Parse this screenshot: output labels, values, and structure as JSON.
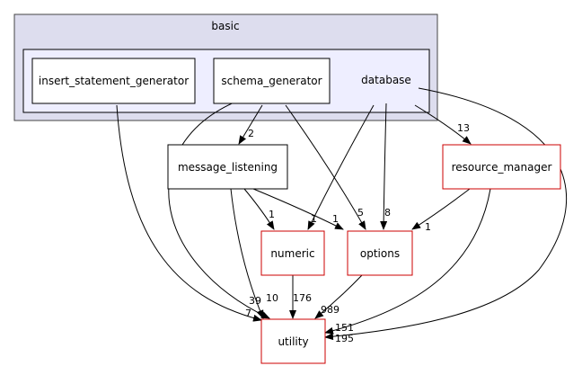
{
  "clusters": {
    "outer_label": "basic",
    "inner_label": "database"
  },
  "nodes": {
    "insert_statement_generator": "insert_statement_generator",
    "schema_generator": "schema_generator",
    "message_listening": "message_listening",
    "resource_manager": "resource_manager",
    "numeric": "numeric",
    "options": "options",
    "utility": "utility"
  },
  "edge_labels": {
    "schema_to_message": "2",
    "database_to_resource": "13",
    "message_to_numeric": "1",
    "message_to_options": "1",
    "schema_to_options": "5",
    "database_to_options": "8",
    "resource_to_options": "1",
    "database_to_numeric": "1",
    "insert_to_utility": "7",
    "schema_to_utility": "39",
    "message_to_utility": "10",
    "numeric_to_utility": "176",
    "options_to_utility": "989",
    "resource_to_utility": "151",
    "database_to_utility": "195"
  },
  "colors": {
    "outer_cluster_fill": "#ddddee",
    "outer_cluster_stroke": "#444444",
    "inner_cluster_fill": "#eeeeff",
    "inner_cluster_stroke": "#000000",
    "red_node_stroke": "#cc0000"
  }
}
